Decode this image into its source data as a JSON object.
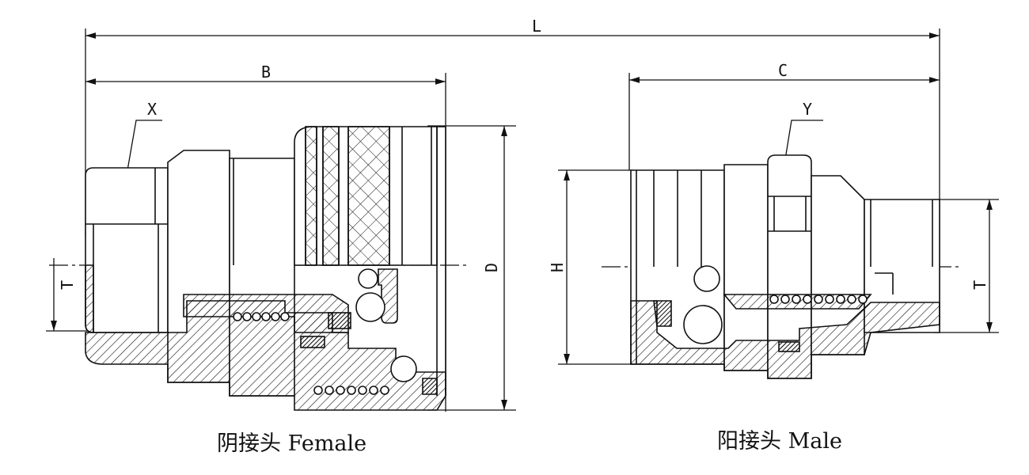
{
  "dimensions": {
    "L": "L",
    "B": "B",
    "C": "C",
    "D": "D",
    "H": "H",
    "T_female": "T",
    "T_male": "T",
    "X": "X",
    "Y": "Y"
  },
  "captions": {
    "female": "阴接头 Female",
    "male": "阳接头 Male"
  },
  "colors": {
    "line": "#111111",
    "background": "#ffffff"
  }
}
